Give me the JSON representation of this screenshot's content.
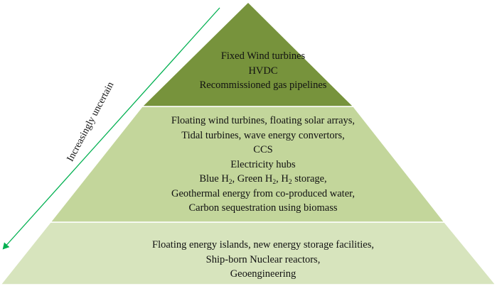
{
  "arrow_label": "Increasingly uncertain",
  "colors": {
    "top_tier": "#77933c",
    "middle_tier": "#c3d69b",
    "bottom_tier": "#d7e4bd",
    "arrow": "#00b050",
    "outline": "#ffffff"
  },
  "tiers": [
    {
      "name": "top",
      "lines": [
        "Fixed Wind turbines",
        "HVDC",
        "Recommissioned gas pipelines"
      ]
    },
    {
      "name": "middle",
      "lines": [
        "Floating wind turbines, floating solar arrays,",
        "Tidal turbines, wave energy convertors,",
        "CCS",
        "Electricity hubs",
        {
          "segments": [
            {
              "text": "Blue H"
            },
            {
              "sub": "2"
            },
            {
              "text": ", Green H"
            },
            {
              "sub": "2"
            },
            {
              "text": ", H"
            },
            {
              "sub": "2"
            },
            {
              "text": " storage,"
            }
          ]
        },
        "Geothermal energy from co-produced water,",
        "Carbon sequestration using biomass"
      ]
    },
    {
      "name": "bottom",
      "lines": [
        "Floating energy islands, new energy storage facilities,",
        "Ship-born Nuclear reactors,",
        "Geoengineering"
      ]
    }
  ]
}
